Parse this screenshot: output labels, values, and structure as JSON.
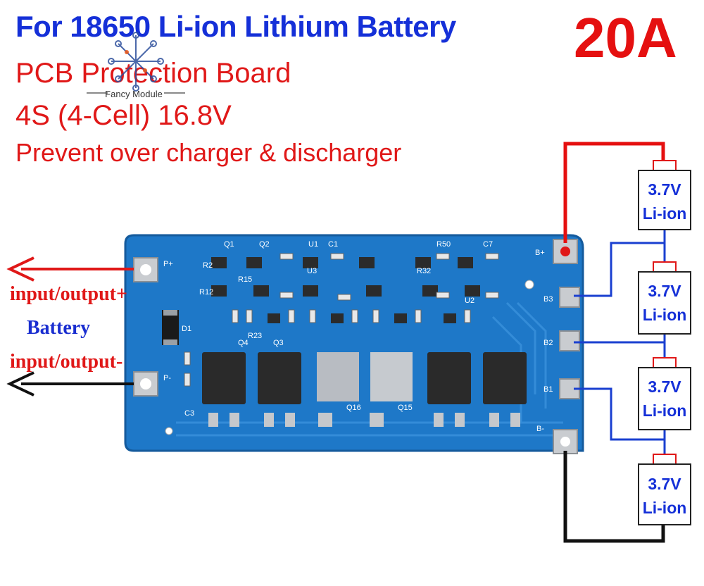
{
  "header": {
    "title": "For 18650 Li-ion Lithium Battery",
    "current": "20A",
    "line1": "PCB Protection Board",
    "line2": "4S (4-Cell) 16.8V",
    "line3": "Prevent over charger & discharger",
    "logo_text": "Fancy Module"
  },
  "io_labels": {
    "plus": "input/output+",
    "battery": "Battery",
    "minus": "input/output-"
  },
  "board": {
    "pad_pplus": "P+",
    "pad_pminus": "P-",
    "pad_bplus": "B+",
    "pad_b3": "B3",
    "pad_b2": "B2",
    "pad_b1": "B1",
    "pad_bminus": "B-",
    "silk": [
      "Q1",
      "Q2",
      "Q3",
      "Q4",
      "Q15",
      "Q16",
      "R2",
      "R12",
      "R15",
      "R23",
      "R32",
      "R50",
      "U1",
      "U2",
      "U3",
      "D1",
      "C1",
      "C3",
      "C7"
    ]
  },
  "cells": [
    {
      "voltage": "3.7V",
      "type": "Li-ion"
    },
    {
      "voltage": "3.7V",
      "type": "Li-ion"
    },
    {
      "voltage": "3.7V",
      "type": "Li-ion"
    },
    {
      "voltage": "3.7V",
      "type": "Li-ion"
    }
  ],
  "colors": {
    "title_blue": "#1530d8",
    "accent_red": "#e51010",
    "pcb_blue": "#1e78c8",
    "wire_blue": "#1a3fd0",
    "wire_black": "#111111"
  }
}
